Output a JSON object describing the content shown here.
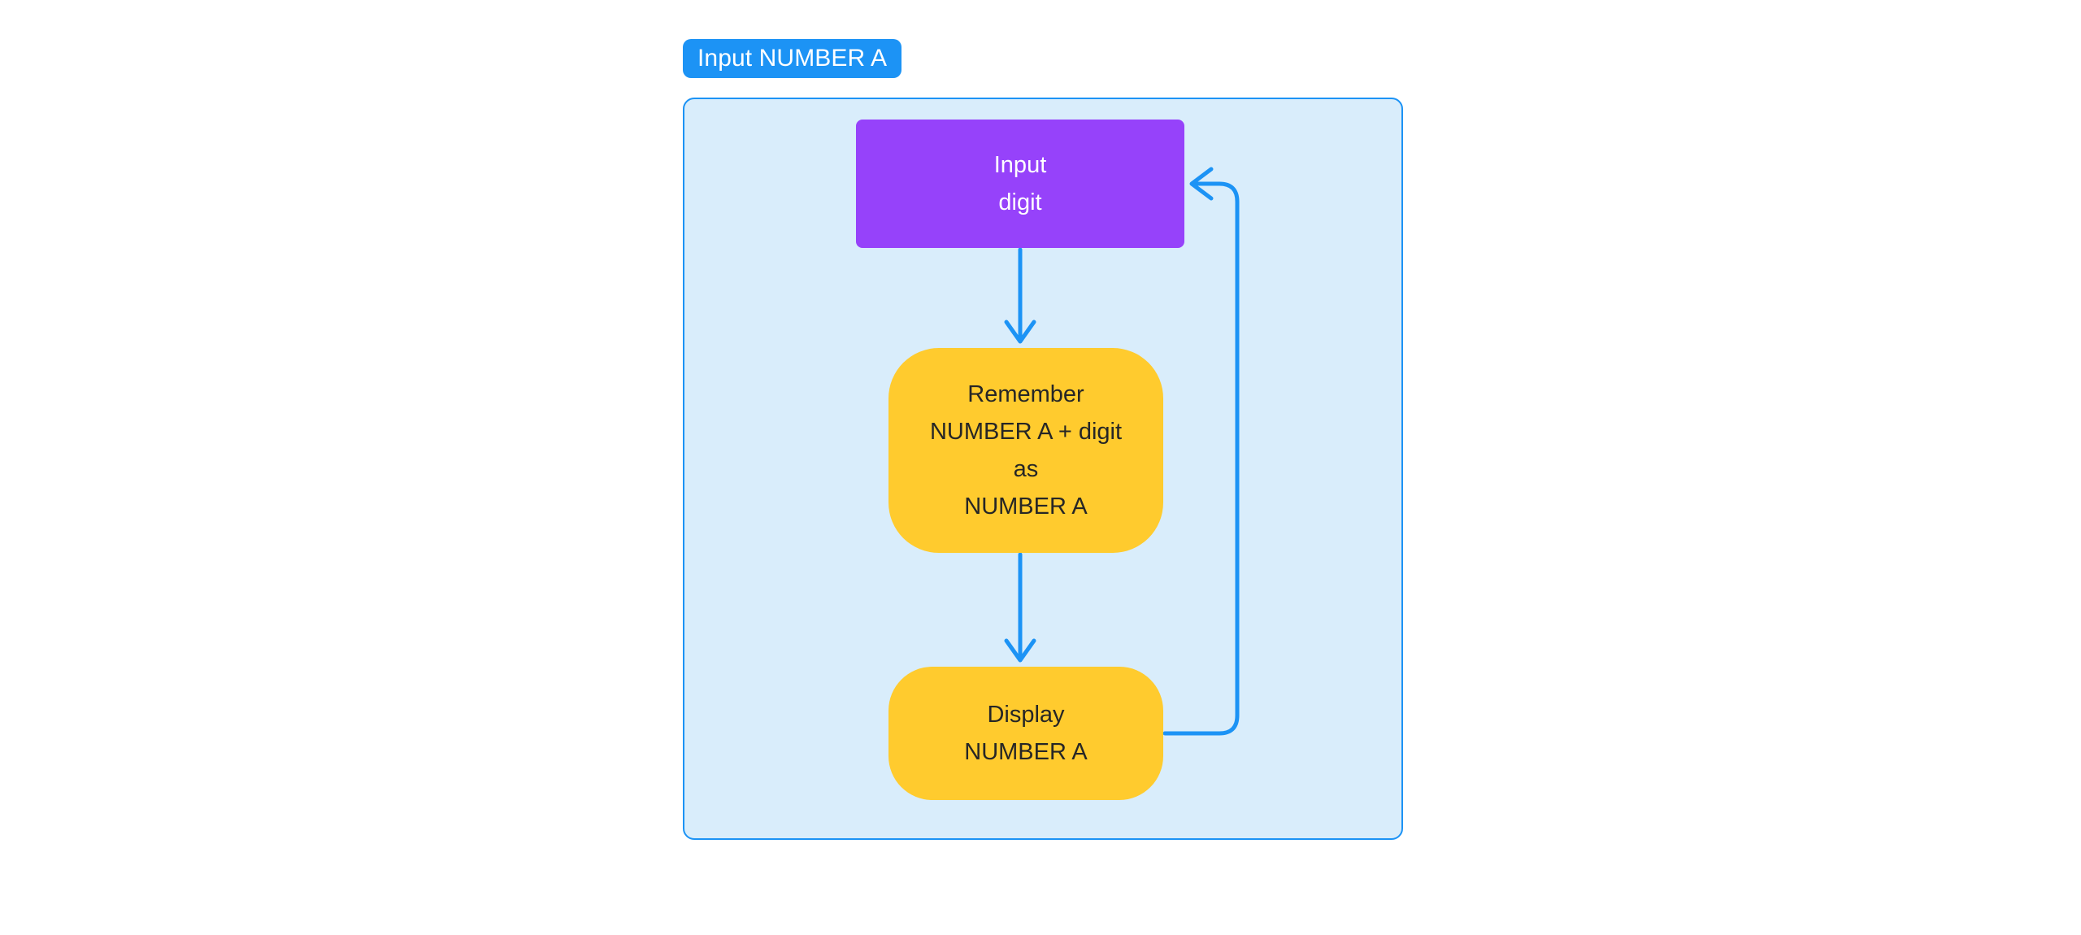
{
  "diagram": {
    "group": {
      "tab_label": "Input NUMBER A",
      "accent_color": "#1c93f5",
      "panel_fill": "#d9edfb",
      "panel_border": "#1c93f5"
    },
    "nodes": [
      {
        "id": "input-digit",
        "type": "input",
        "shape": "rectangle",
        "fill": "#9642fa",
        "text_color": "#ffffff",
        "lines": [
          "Input",
          "digit"
        ]
      },
      {
        "id": "remember",
        "type": "process",
        "shape": "rounded",
        "fill": "#ffcb2e",
        "text_color": "#262626",
        "lines": [
          "Remember",
          "NUMBER A + digit",
          "as",
          "NUMBER A"
        ]
      },
      {
        "id": "display",
        "type": "output",
        "shape": "rounded",
        "fill": "#ffcb2e",
        "text_color": "#262626",
        "lines": [
          "Display",
          "NUMBER A"
        ]
      }
    ],
    "connectors": [
      {
        "id": "input-to-remember",
        "from": "input-digit",
        "to": "remember",
        "label": "",
        "color": "#1c93f5",
        "arrowhead": true
      },
      {
        "id": "remember-to-display",
        "from": "remember",
        "to": "display",
        "label": "",
        "color": "#1c93f5",
        "arrowhead": true
      },
      {
        "id": "display-loop-back",
        "from": "display",
        "to": "input-digit",
        "label": "",
        "color": "#1c93f5",
        "arrowhead": true
      }
    ]
  }
}
